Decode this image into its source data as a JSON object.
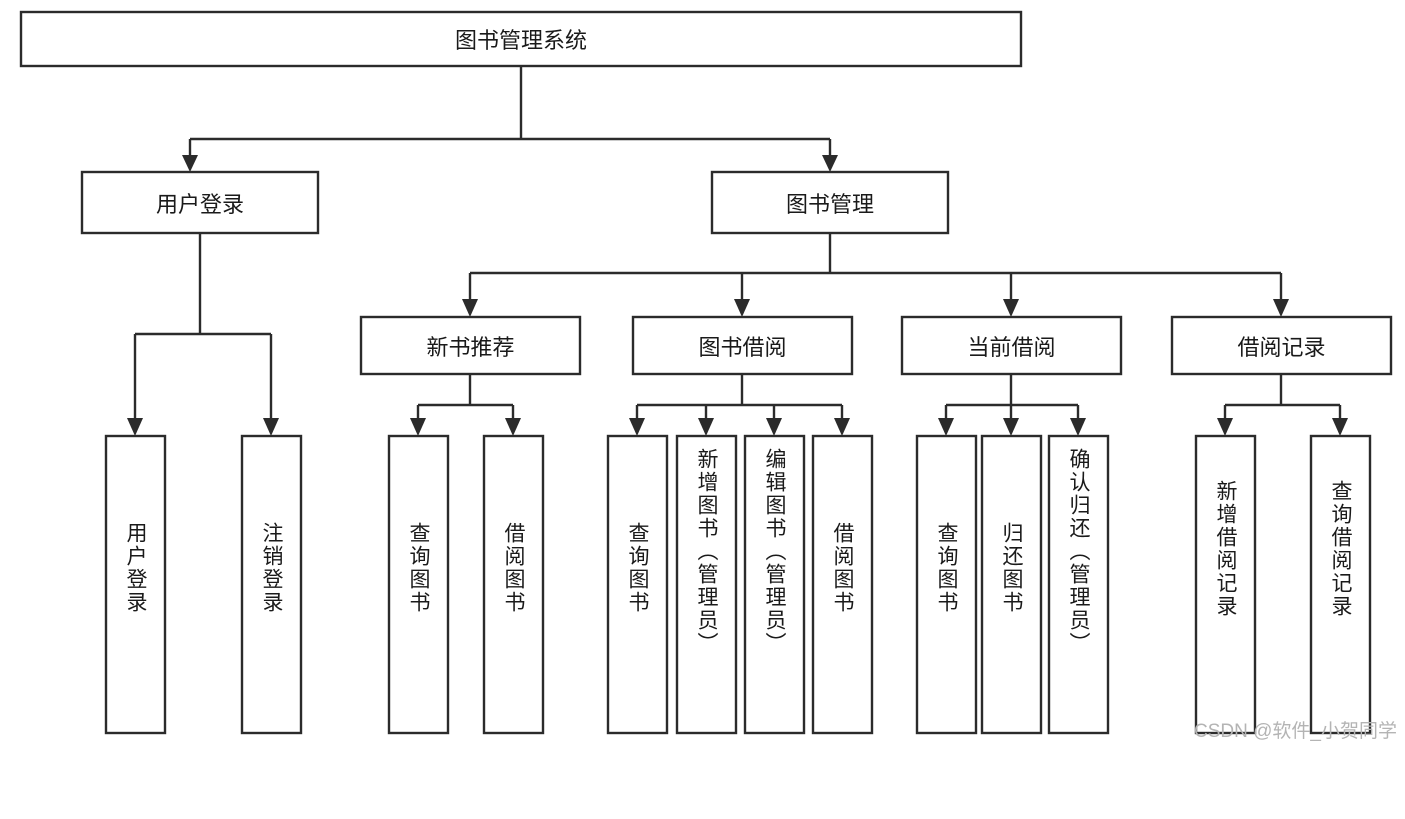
{
  "diagram": {
    "type": "tree-hierarchy",
    "title": "图书管理系统",
    "watermark": "CSDN @软件_小贺同学",
    "colors": {
      "background": "#ffffff",
      "box_stroke": "#2b2b2b",
      "box_fill": "#ffffff",
      "text": "#1a1a1a",
      "watermark": "#b4b4b4"
    },
    "root": {
      "label": "图书管理系统"
    },
    "level2": [
      {
        "label": "用户登录"
      },
      {
        "label": "图书管理"
      }
    ],
    "level3": [
      {
        "label": "新书推荐"
      },
      {
        "label": "图书借阅"
      },
      {
        "label": "当前借阅"
      },
      {
        "label": "借阅记录"
      }
    ],
    "leaves": {
      "user_login": [
        {
          "label": "用户登录"
        },
        {
          "label": "注销登录"
        }
      ],
      "new_book_recommend": [
        {
          "label": "查询图书"
        },
        {
          "label": "借阅图书"
        }
      ],
      "book_borrow": [
        {
          "label": "查询图书"
        },
        {
          "label": "新增图书（管理员）"
        },
        {
          "label": "编辑图书（管理员）"
        },
        {
          "label": "借阅图书"
        }
      ],
      "current_borrow": [
        {
          "label": "查询图书"
        },
        {
          "label": "归还图书"
        },
        {
          "label": "确认归还（管理员）"
        }
      ],
      "borrow_record": [
        {
          "label": "新增借阅记录"
        },
        {
          "label": "查询借阅记录"
        }
      ]
    }
  }
}
